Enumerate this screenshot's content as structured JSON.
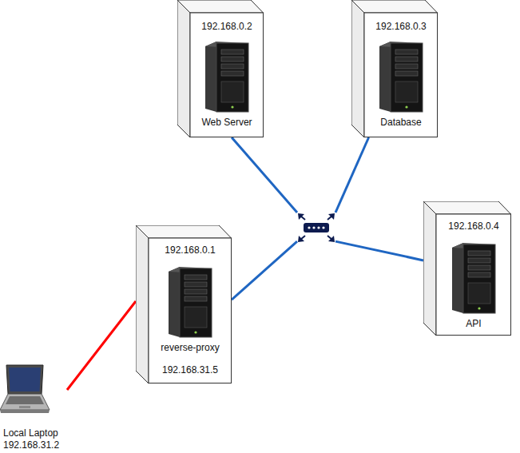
{
  "diagram": {
    "nodes": [
      {
        "text": [
          "192.168.0.2",
          "Web Server"
        ]
      },
      {
        "text": [
          "192.168.0.3",
          "Database"
        ]
      },
      {
        "text": [
          "192.168.0.4",
          "API"
        ]
      },
      {
        "text": []
      },
      {
        "text": [
          "192.168.0.1",
          "reverse-proxy",
          "192.168.31.5"
        ]
      },
      {
        "text": [
          "Local Laptop",
          "192.168.31.2"
        ]
      }
    ],
    "edges": [
      {
        "from": 5,
        "to": 4,
        "arrow": "none"
      },
      {
        "from": 0,
        "to": 3,
        "arrow": "none"
      },
      {
        "from": 1,
        "to": 3,
        "arrow": "none"
      },
      {
        "from": 2,
        "to": 3,
        "arrow": "none"
      },
      {
        "from": 4,
        "to": 3,
        "arrow": "none"
      }
    ]
  }
}
